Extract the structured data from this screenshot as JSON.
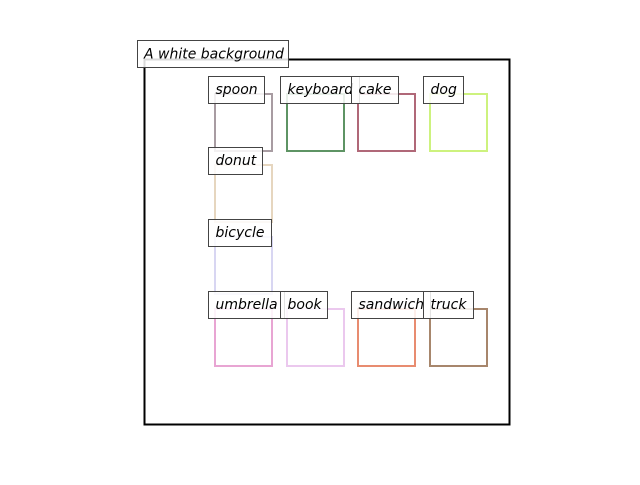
{
  "canvas_label": "A white background",
  "objects": [
    {
      "label": "spoon",
      "color": "#a89ca2"
    },
    {
      "label": "keyboard",
      "color": "#5e9464"
    },
    {
      "label": "cake",
      "color": "#b06878"
    },
    {
      "label": "dog",
      "color": "#cdf27e"
    },
    {
      "label": "donut",
      "color": "#e6d6bf"
    },
    {
      "label": "bicycle",
      "color": "#d8d6f2"
    },
    {
      "label": "umbrella",
      "color": "#e8a5d3"
    },
    {
      "label": "book",
      "color": "#ebc8ee"
    },
    {
      "label": "sandwich",
      "color": "#e88c70"
    },
    {
      "label": "truck",
      "color": "#a7866c"
    }
  ]
}
